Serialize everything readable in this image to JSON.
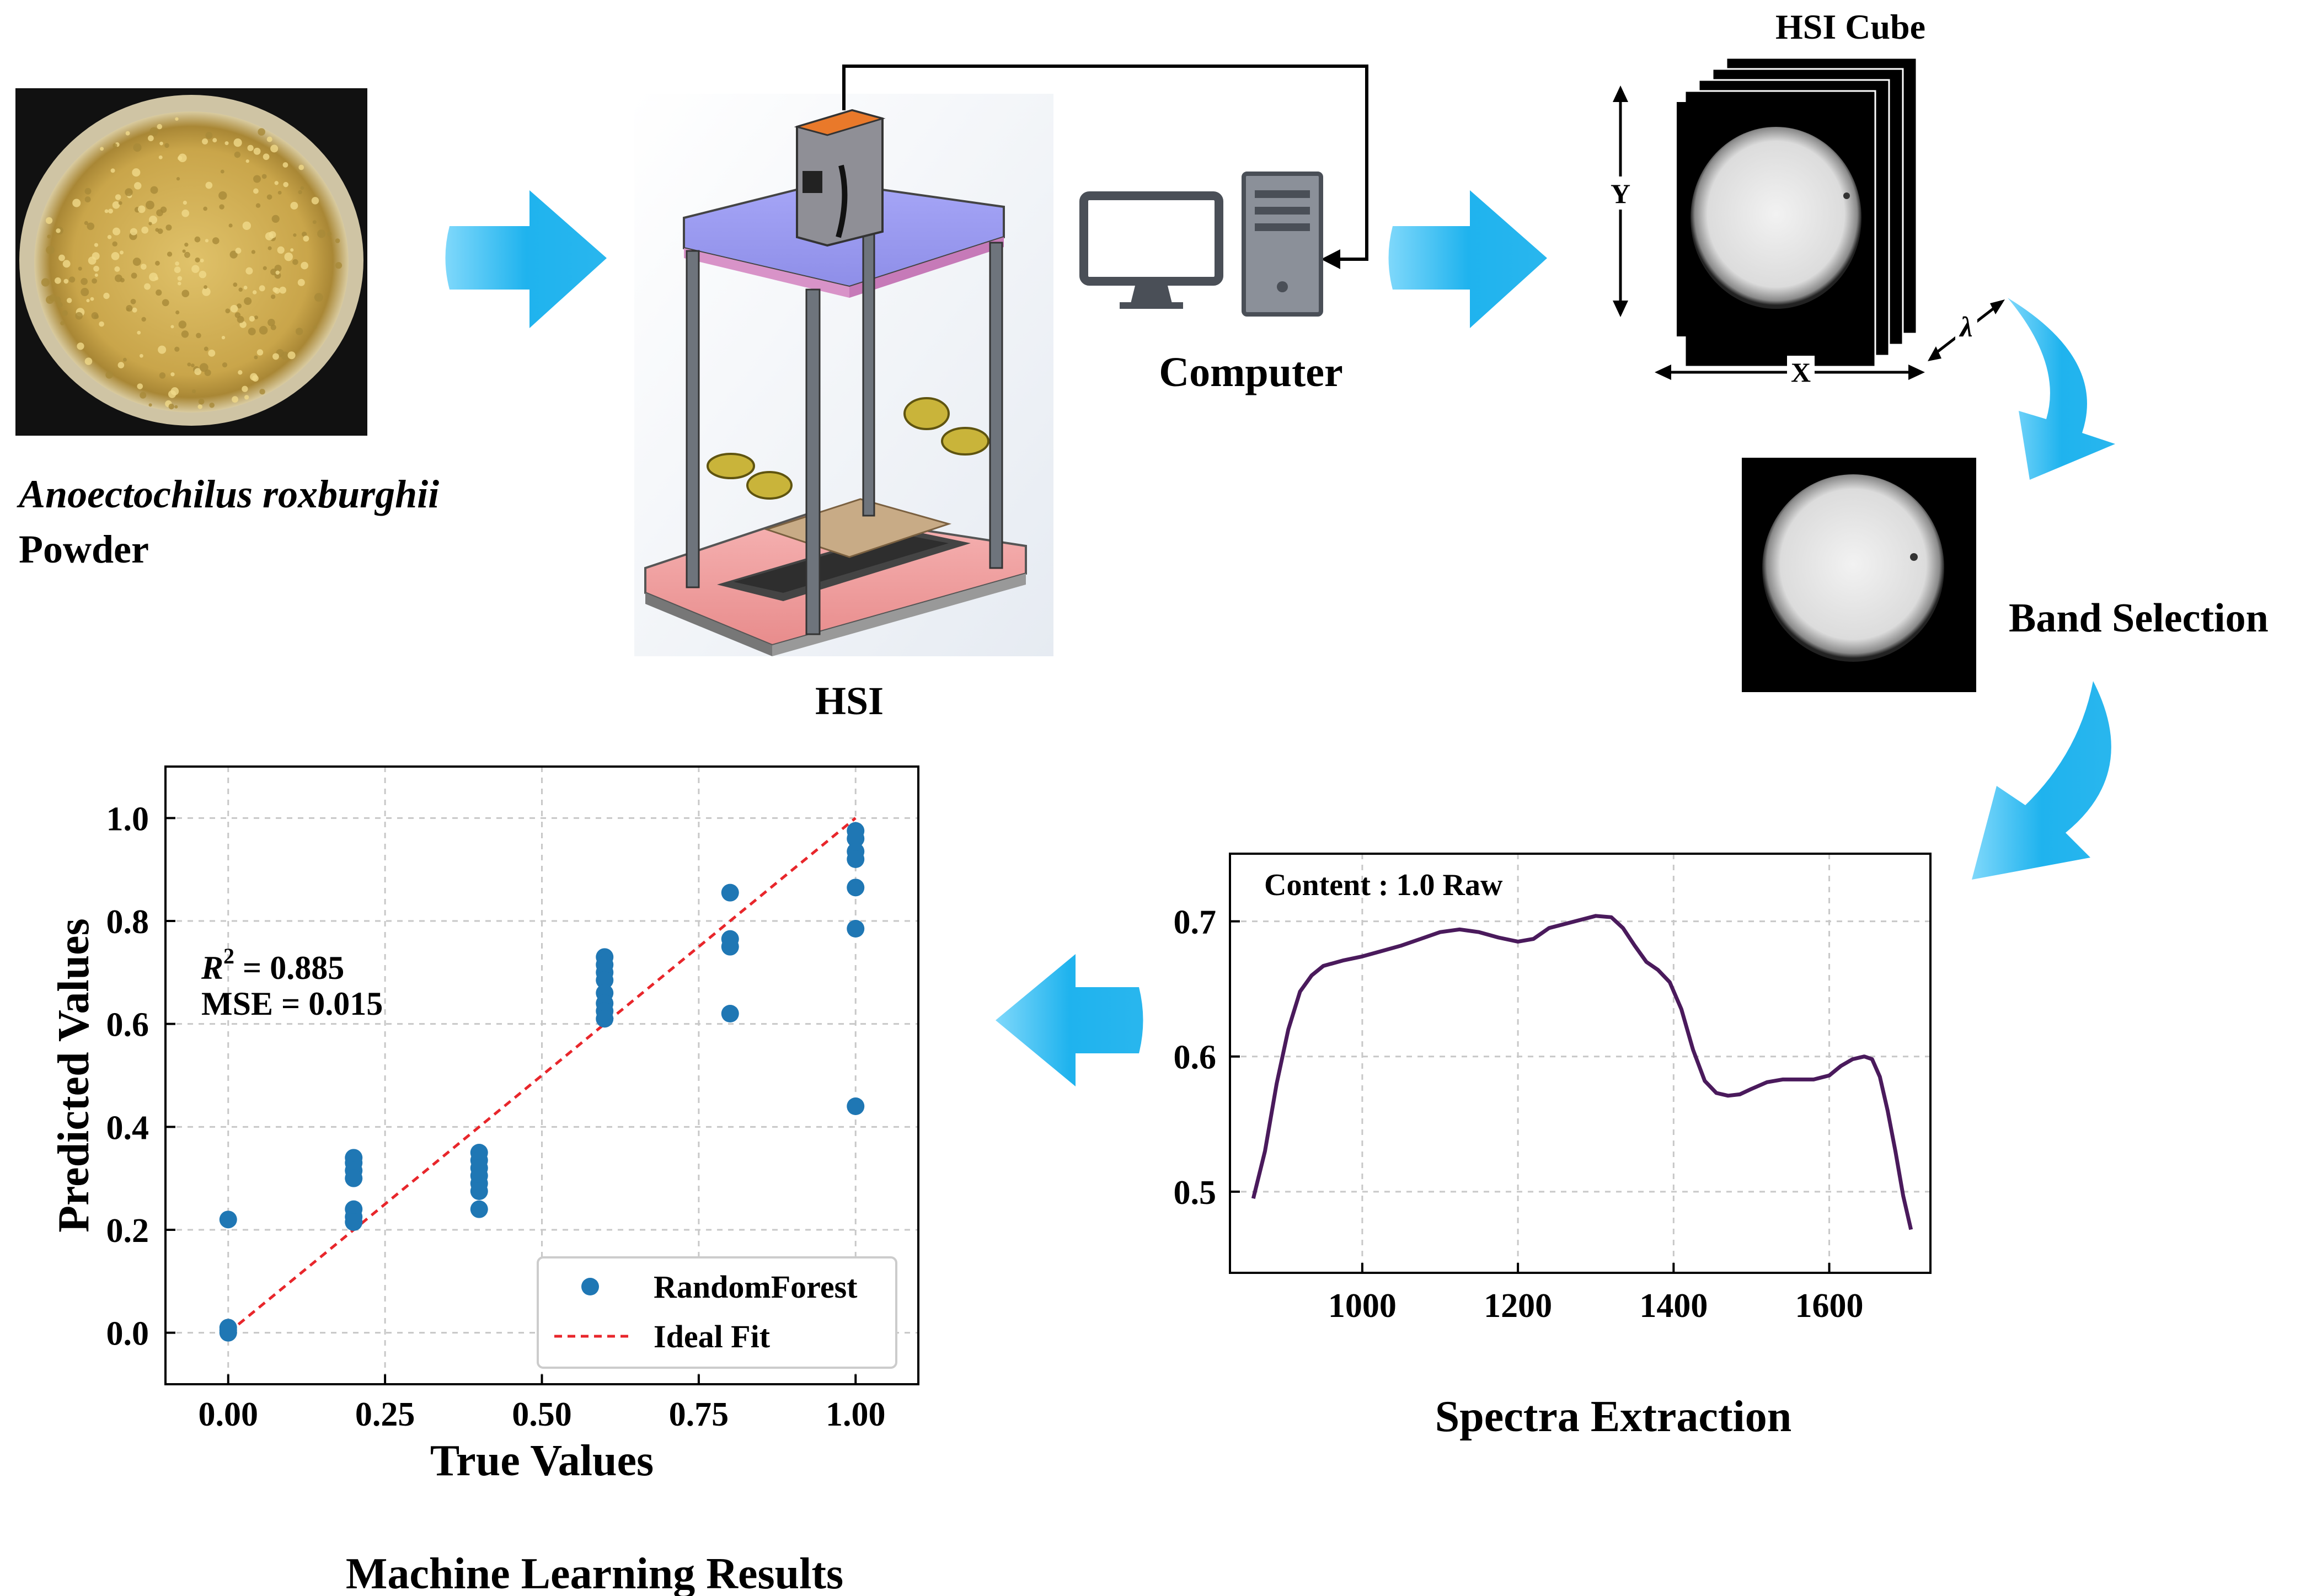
{
  "sample": {
    "name_line1": "Anoectochilus roxburghii",
    "name_line2": "Powder"
  },
  "instrument": {
    "label": "HSI"
  },
  "computer": {
    "label": "Computer"
  },
  "cube": {
    "title": "HSI Cube",
    "axis_y": "Y",
    "axis_x": "X",
    "axis_lambda": "λ"
  },
  "band_selection": {
    "label": "Band Selection"
  },
  "spectra": {
    "caption": "Spectra Extraction",
    "annotation": "Content : 1.0 Raw",
    "line_color": "#4a1a5c"
  },
  "ml": {
    "caption": "Machine Learning Results",
    "r2_label": "R",
    "r2_sup": "2",
    "r2_value": " = 0.885",
    "mse": "MSE = 0.015",
    "legend_points": "RandomForest",
    "legend_line": "Ideal Fit",
    "point_color": "#1f77b4",
    "fit_color": "#e8262b"
  },
  "arrow_color": "#29b6ee",
  "chart_data": [
    {
      "type": "line",
      "title": "",
      "annotation": "Content : 1.0 Raw",
      "xlabel": "",
      "ylabel": "",
      "xlim": [
        830,
        1730
      ],
      "ylim": [
        0.44,
        0.75
      ],
      "xticks": [
        1000,
        1200,
        1400,
        1600
      ],
      "xtick_labels": [
        "1000",
        "1200",
        "1400",
        "1600"
      ],
      "yticks": [
        0.5,
        0.6,
        0.7
      ],
      "ytick_labels": [
        "0.5",
        "0.6",
        "0.7"
      ],
      "grid": true,
      "series": [
        {
          "x": [
            860,
            875,
            890,
            905,
            920,
            935,
            950,
            975,
            1000,
            1025,
            1050,
            1075,
            1100,
            1125,
            1150,
            1175,
            1200,
            1220,
            1240,
            1260,
            1280,
            1300,
            1320,
            1335,
            1350,
            1365,
            1380,
            1395,
            1410,
            1425,
            1440,
            1455,
            1470,
            1485,
            1500,
            1520,
            1540,
            1560,
            1580,
            1600,
            1615,
            1630,
            1645,
            1655,
            1665,
            1675,
            1685,
            1695,
            1705
          ],
          "y": [
            0.495,
            0.53,
            0.58,
            0.62,
            0.648,
            0.66,
            0.667,
            0.671,
            0.674,
            0.678,
            0.682,
            0.687,
            0.692,
            0.694,
            0.692,
            0.688,
            0.685,
            0.687,
            0.695,
            0.698,
            0.701,
            0.704,
            0.703,
            0.695,
            0.682,
            0.67,
            0.664,
            0.655,
            0.635,
            0.605,
            0.582,
            0.573,
            0.571,
            0.572,
            0.576,
            0.581,
            0.583,
            0.583,
            0.583,
            0.586,
            0.593,
            0.598,
            0.6,
            0.598,
            0.585,
            0.56,
            0.53,
            0.497,
            0.472
          ]
        }
      ]
    },
    {
      "type": "scatter",
      "title": "",
      "xlabel": "True Values",
      "ylabel": "Predicted Values",
      "xlim": [
        -0.1,
        1.1
      ],
      "ylim": [
        -0.1,
        1.1
      ],
      "xticks": [
        0.0,
        0.25,
        0.5,
        0.75,
        1.0
      ],
      "xtick_labels": [
        "0.00",
        "0.25",
        "0.50",
        "0.75",
        "1.00"
      ],
      "yticks": [
        0.0,
        0.2,
        0.4,
        0.6,
        0.8,
        1.0
      ],
      "ytick_labels": [
        "0.0",
        "0.2",
        "0.4",
        "0.6",
        "0.8",
        "1.0"
      ],
      "grid": true,
      "legend": "lower-right",
      "series": [
        {
          "name": "RandomForest",
          "points": [
            [
              0.0,
              0.22
            ],
            [
              0.0,
              0.01
            ],
            [
              0.0,
              0.0
            ],
            [
              0.0,
              0.005
            ],
            [
              0.2,
              0.34
            ],
            [
              0.2,
              0.33
            ],
            [
              0.2,
              0.315
            ],
            [
              0.2,
              0.3
            ],
            [
              0.2,
              0.24
            ],
            [
              0.2,
              0.225
            ],
            [
              0.2,
              0.215
            ],
            [
              0.4,
              0.35
            ],
            [
              0.4,
              0.335
            ],
            [
              0.4,
              0.32
            ],
            [
              0.4,
              0.305
            ],
            [
              0.4,
              0.29
            ],
            [
              0.4,
              0.275
            ],
            [
              0.4,
              0.24
            ],
            [
              0.6,
              0.73
            ],
            [
              0.6,
              0.715
            ],
            [
              0.6,
              0.7
            ],
            [
              0.6,
              0.685
            ],
            [
              0.6,
              0.66
            ],
            [
              0.6,
              0.64
            ],
            [
              0.6,
              0.625
            ],
            [
              0.6,
              0.61
            ],
            [
              0.8,
              0.855
            ],
            [
              0.8,
              0.765
            ],
            [
              0.8,
              0.75
            ],
            [
              0.8,
              0.62
            ],
            [
              1.0,
              0.975
            ],
            [
              1.0,
              0.96
            ],
            [
              1.0,
              0.935
            ],
            [
              1.0,
              0.92
            ],
            [
              1.0,
              0.865
            ],
            [
              1.0,
              0.785
            ],
            [
              1.0,
              0.44
            ]
          ]
        },
        {
          "name": "Ideal Fit",
          "style": "dashed",
          "x": [
            0,
            1
          ],
          "y": [
            0,
            1
          ]
        }
      ]
    }
  ]
}
